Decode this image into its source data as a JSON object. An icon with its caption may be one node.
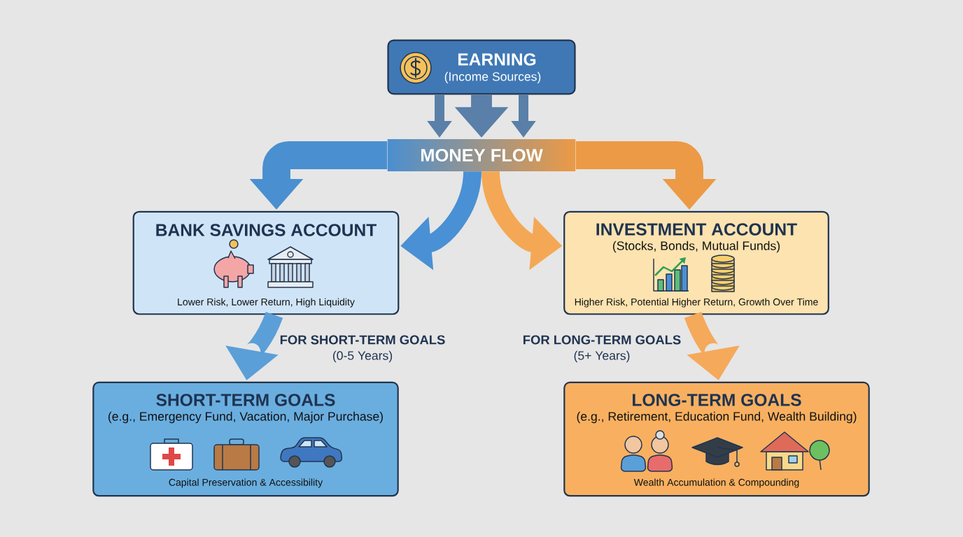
{
  "diagram": {
    "nodes": [
      {
        "text": [
          "EARNING",
          "(Income Sources)"
        ]
      },
      {
        "text": [
          "MONEY FLOW"
        ]
      },
      {
        "text": [
          "BANK SAVINGS ACCOUNT",
          "Lower Risk, Lower Return, High Liquidity"
        ]
      },
      {
        "text": [
          "INVESTMENT ACCOUNT",
          "(Stocks, Bonds, Mutual Funds)",
          "Higher Risk, Potential Higher Return, Growth Over Time"
        ]
      },
      {
        "text": [
          "SHORT-TERM GOALS",
          "(e.g., Emergency Fund, Vacation, Major Purchase)",
          "Capital Preservation & Accessibility"
        ]
      },
      {
        "text": [
          "LONG-TERM GOALS",
          "(e.g., Retirement, Education Fund, Wealth Building)",
          "Wealth Accumulation & Compounding"
        ]
      }
    ],
    "edges": [
      {
        "from": 0,
        "to": 1,
        "arrow": "to",
        "color": "#5a7fa8"
      },
      {
        "from": 0,
        "to": 1,
        "arrow": "to",
        "color": "#5a7fa8"
      },
      {
        "from": 0,
        "to": 1,
        "arrow": "to",
        "color": "#5a7fa8"
      },
      {
        "from": 1,
        "to": 2,
        "arrow": "to",
        "color": "#4a8fd0"
      },
      {
        "from": 1,
        "to": 3,
        "arrow": "to",
        "color": "#ec9a45"
      },
      {
        "from": 1,
        "to": 2,
        "arrow": "to",
        "color": "#4a90d4"
      },
      {
        "from": 1,
        "to": 3,
        "arrow": "to",
        "color": "#f4a855"
      },
      {
        "from": 2,
        "to": 4,
        "arrow": "to",
        "color": "#5b9fd8"
      },
      {
        "from": 3,
        "to": 5,
        "arrow": "to",
        "color": "#f5a95a"
      }
    ],
    "labels": [
      "FOR SHORT-TERM GOALS",
      "(0-5 Years)",
      "FOR LONG-TERM GOALS",
      "(5+ Years)"
    ]
  }
}
